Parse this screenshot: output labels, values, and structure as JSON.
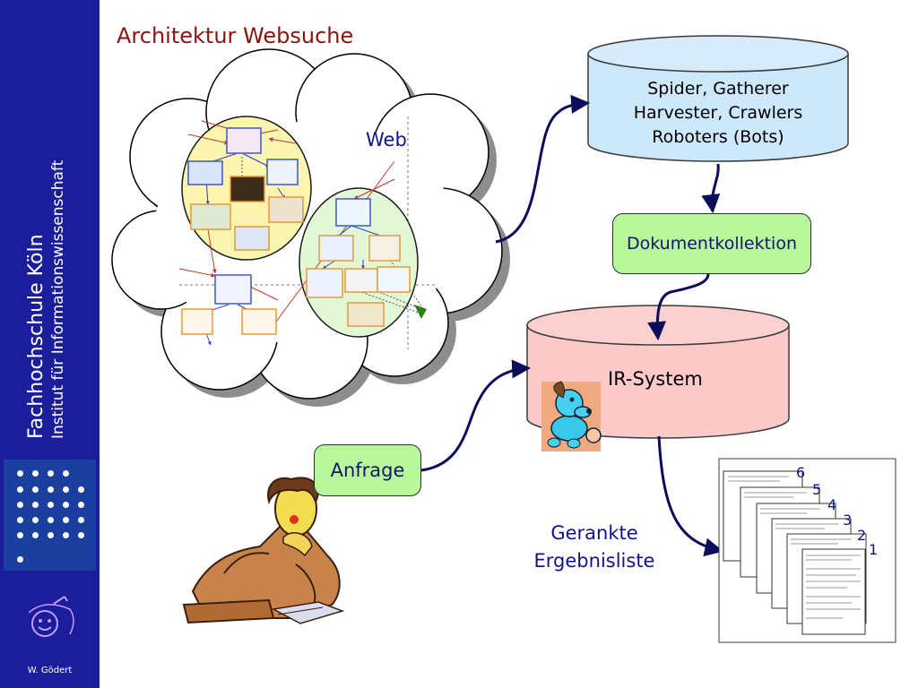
{
  "sidebar": {
    "institution": "Fachhochschule Köln",
    "department": "Institut für Informationswissenschaft",
    "author": "W. Gödert"
  },
  "slide": {
    "title": "Architektur Websuche"
  },
  "diagram": {
    "web_label": "Web",
    "crawler_lines": [
      "Spider, Gatherer",
      "Harvester, Crawlers",
      "Roboters (Bots)"
    ],
    "collection_label": "Dokumentkollektion",
    "ir_label": "IR-System",
    "query_label": "Anfrage",
    "result_label": [
      "Gerankte",
      "Ergebnisliste"
    ],
    "ranks": [
      "6",
      "5",
      "4",
      "3",
      "2",
      "1"
    ]
  },
  "colors": {
    "sidebar": "#1b1d9a",
    "title": "#8b1410",
    "crawler_fill": "#cde7fb",
    "ir_fill": "#fdc9c9",
    "box_fill": "#b9f89a",
    "arrow": "#0c0c5c"
  }
}
